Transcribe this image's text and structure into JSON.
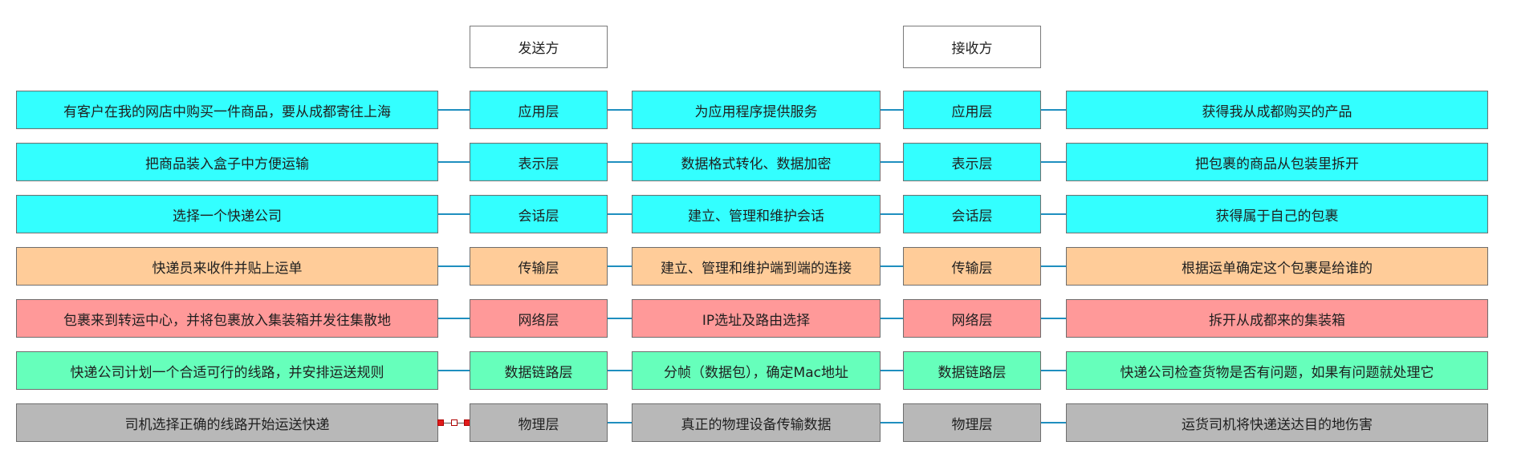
{
  "headers": {
    "sender": "发送方",
    "receiver": "接收方"
  },
  "colors": {
    "cyan": "#33ffff",
    "orange": "#ffcc99",
    "red": "#ff9999",
    "green": "#66ffbb",
    "gray": "#b8b8b8",
    "connector": "#1f8fbf"
  },
  "rows": [
    {
      "color": "cyan",
      "sender_example": "有客户在我的网店中购买一件商品，要从成都寄往上海",
      "sender_layer": "应用层",
      "function": "为应用程序提供服务",
      "receiver_layer": "应用层",
      "receiver_example": "获得我从成都购买的产品"
    },
    {
      "color": "cyan",
      "sender_example": "把商品装入盒子中方便运输",
      "sender_layer": "表示层",
      "function": "数据格式转化、数据加密",
      "receiver_layer": "表示层",
      "receiver_example": "把包裹的商品从包装里拆开"
    },
    {
      "color": "cyan",
      "sender_example": "选择一个快递公司",
      "sender_layer": "会话层",
      "function": "建立、管理和维护会话",
      "receiver_layer": "会话层",
      "receiver_example": "获得属于自己的包裹"
    },
    {
      "color": "orange",
      "sender_example": "快递员来收件并贴上运单",
      "sender_layer": "传输层",
      "function": "建立、管理和维护端到端的连接",
      "receiver_layer": "传输层",
      "receiver_example": "根据运单确定这个包裹是给谁的"
    },
    {
      "color": "red",
      "sender_example": "包裹来到转运中心，并将包裹放入集装箱并发往集散地",
      "sender_layer": "网络层",
      "function": "IP选址及路由选择",
      "receiver_layer": "网络层",
      "receiver_example": "拆开从成都来的集装箱"
    },
    {
      "color": "green",
      "sender_example": "快递公司计划一个合适可行的线路，并安排运送规则",
      "sender_layer": "数据链路层",
      "function": "分帧（数据包），确定Mac地址",
      "receiver_layer": "数据链路层",
      "receiver_example": "快递公司检查货物是否有问题，如果有问题就处理它"
    },
    {
      "color": "gray",
      "sender_example": "司机选择正确的线路开始运送快递",
      "sender_layer": "物理层",
      "function": "真正的物理设备传输数据",
      "receiver_layer": "物理层",
      "receiver_example": "运货司机将快递送达目的地伤害"
    }
  ]
}
